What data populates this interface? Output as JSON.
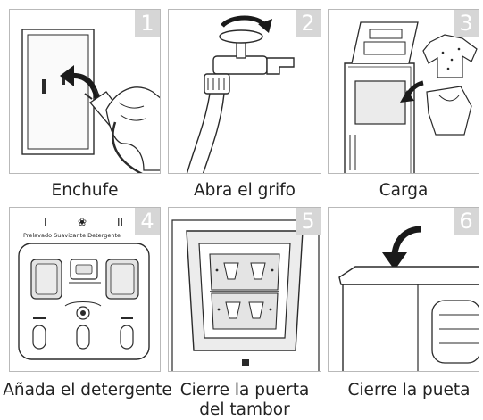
{
  "steps": [
    {
      "number": "1",
      "caption": "Enchufe"
    },
    {
      "number": "2",
      "caption": "Abra el grifo"
    },
    {
      "number": "3",
      "caption": "Carga"
    },
    {
      "number": "4",
      "caption": "Añada el detergente"
    },
    {
      "number": "5",
      "caption": "Cierre la puerta del tambor"
    },
    {
      "number": "6",
      "caption": "Cierre la pueta"
    }
  ],
  "dispenser": {
    "compartment_1": "I",
    "compartment_2": "II",
    "softener_symbol": "❀",
    "labels": "Prelavado Suavizante Detergente"
  },
  "colors": {
    "panel_border": "#b9b9b9",
    "number_badge": "#d6d6d6",
    "line_art": "#2a2a2a",
    "fill_gray": "#e4e4e4"
  }
}
